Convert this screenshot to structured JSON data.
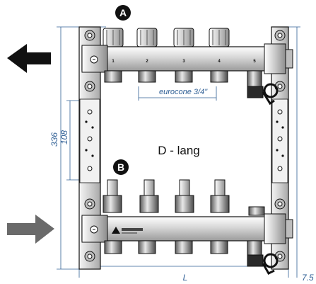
{
  "labels": {
    "marker_a": "A",
    "marker_b": "B",
    "model": "D - lang",
    "height_overall": "336",
    "height_bars": "108",
    "connection": "eurocone 3/4\"",
    "length": "L",
    "offset": "7.5"
  },
  "outlet_numbers": [
    "1",
    "2",
    "3",
    "4",
    "5"
  ],
  "colors": {
    "dimension": "#2f5f95",
    "flow_arrow_top": "#111111",
    "flow_arrow_bottom": "#6a6a6a",
    "metal": "#d9d9d9",
    "outline": "#111111",
    "badge": "#111111"
  },
  "icons": {
    "supply_flow": "arrow-left-icon",
    "return_flow": "arrow-right-icon"
  }
}
